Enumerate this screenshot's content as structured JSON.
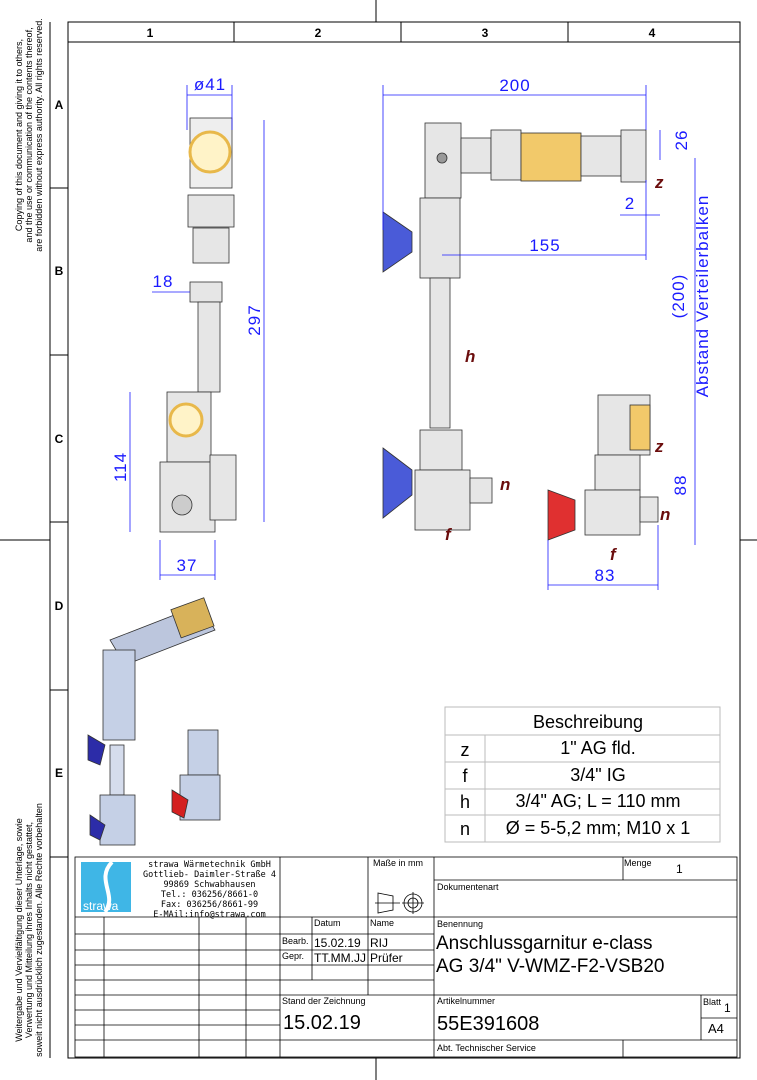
{
  "copyright_en": [
    "Copying of this document and giving it to others,",
    "and the use or communication of the contents thereof,",
    "are forbidden without express authority. All rights reserved."
  ],
  "copyright_de": [
    "Weitergabe und Vervielfältigung dieser Unterlage, sowie",
    "Verwertung und Mitteilung ihres Inhalts nicht gestattet,",
    "soweit nicht ausdrücklich zugestanden. Alle Rechte vorbehalten"
  ],
  "grid": {
    "columns": [
      "1",
      "2",
      "3",
      "4"
    ],
    "rows": [
      "A",
      "B",
      "C",
      "D",
      "E"
    ]
  },
  "dimensions": {
    "d41": "ø41",
    "d18": "18",
    "d297": "297",
    "d114": "114",
    "d37": "37",
    "d200": "200",
    "d26": "26",
    "d2": "2",
    "d155": "155",
    "d200b": "(200)",
    "abstand": "Abstand Verteilerbalken",
    "d88": "88",
    "d83": "83"
  },
  "labels": {
    "z": "z",
    "h": "h",
    "n": "n",
    "f": "f"
  },
  "description": {
    "title": "Beschreibung",
    "rows": [
      {
        "key": "z",
        "value": "1\" AG fld."
      },
      {
        "key": "f",
        "value": "3/4\" IG"
      },
      {
        "key": "h",
        "value": "3/4\" AG; L = 110 mm"
      },
      {
        "key": "n",
        "value": "Ø = 5-5,2 mm; M10 x 1"
      }
    ]
  },
  "title_block": {
    "logo_text": "strawa",
    "company": [
      "strawa Wärmetechnik GmbH",
      "Gottlieb- Daimler-Straße 4",
      "99869 Schwabhausen",
      "Tel.: 036256/8661-0",
      "Fax: 036256/8661-99",
      "E-MAil:info@strawa.com"
    ],
    "masse_label": "Maße in mm",
    "menge_label": "Menge",
    "menge_value": "1",
    "dokumentenart_label": "Dokumentenart",
    "datum_label": "Datum",
    "name_label": "Name",
    "bearb_label": "Bearb.",
    "bearb_datum": "15.02.19",
    "bearb_name": "RIJ",
    "gepr_label": "Gepr.",
    "gepr_datum": "TT.MM.JJ",
    "gepr_name": "Prüfer",
    "benennung_label": "Benennung",
    "benennung": [
      "Anschlussgarnitur e-class",
      "AG 3/4\" V-WMZ-F2-VSB20"
    ],
    "stand_label": "Stand der Zeichnung",
    "stand_value": "15.02.19",
    "artikel_label": "Artikelnummer",
    "artikel_value": "55E391608",
    "blatt_label": "Blatt",
    "blatt_value": "1",
    "format": "A4",
    "abteilung": "Abt. Technischer Service"
  },
  "colors": {
    "dimension": "#1a1aff",
    "label": "#6b0d0d",
    "brass": "#e8b84a",
    "logo": "#3fb6e6"
  }
}
